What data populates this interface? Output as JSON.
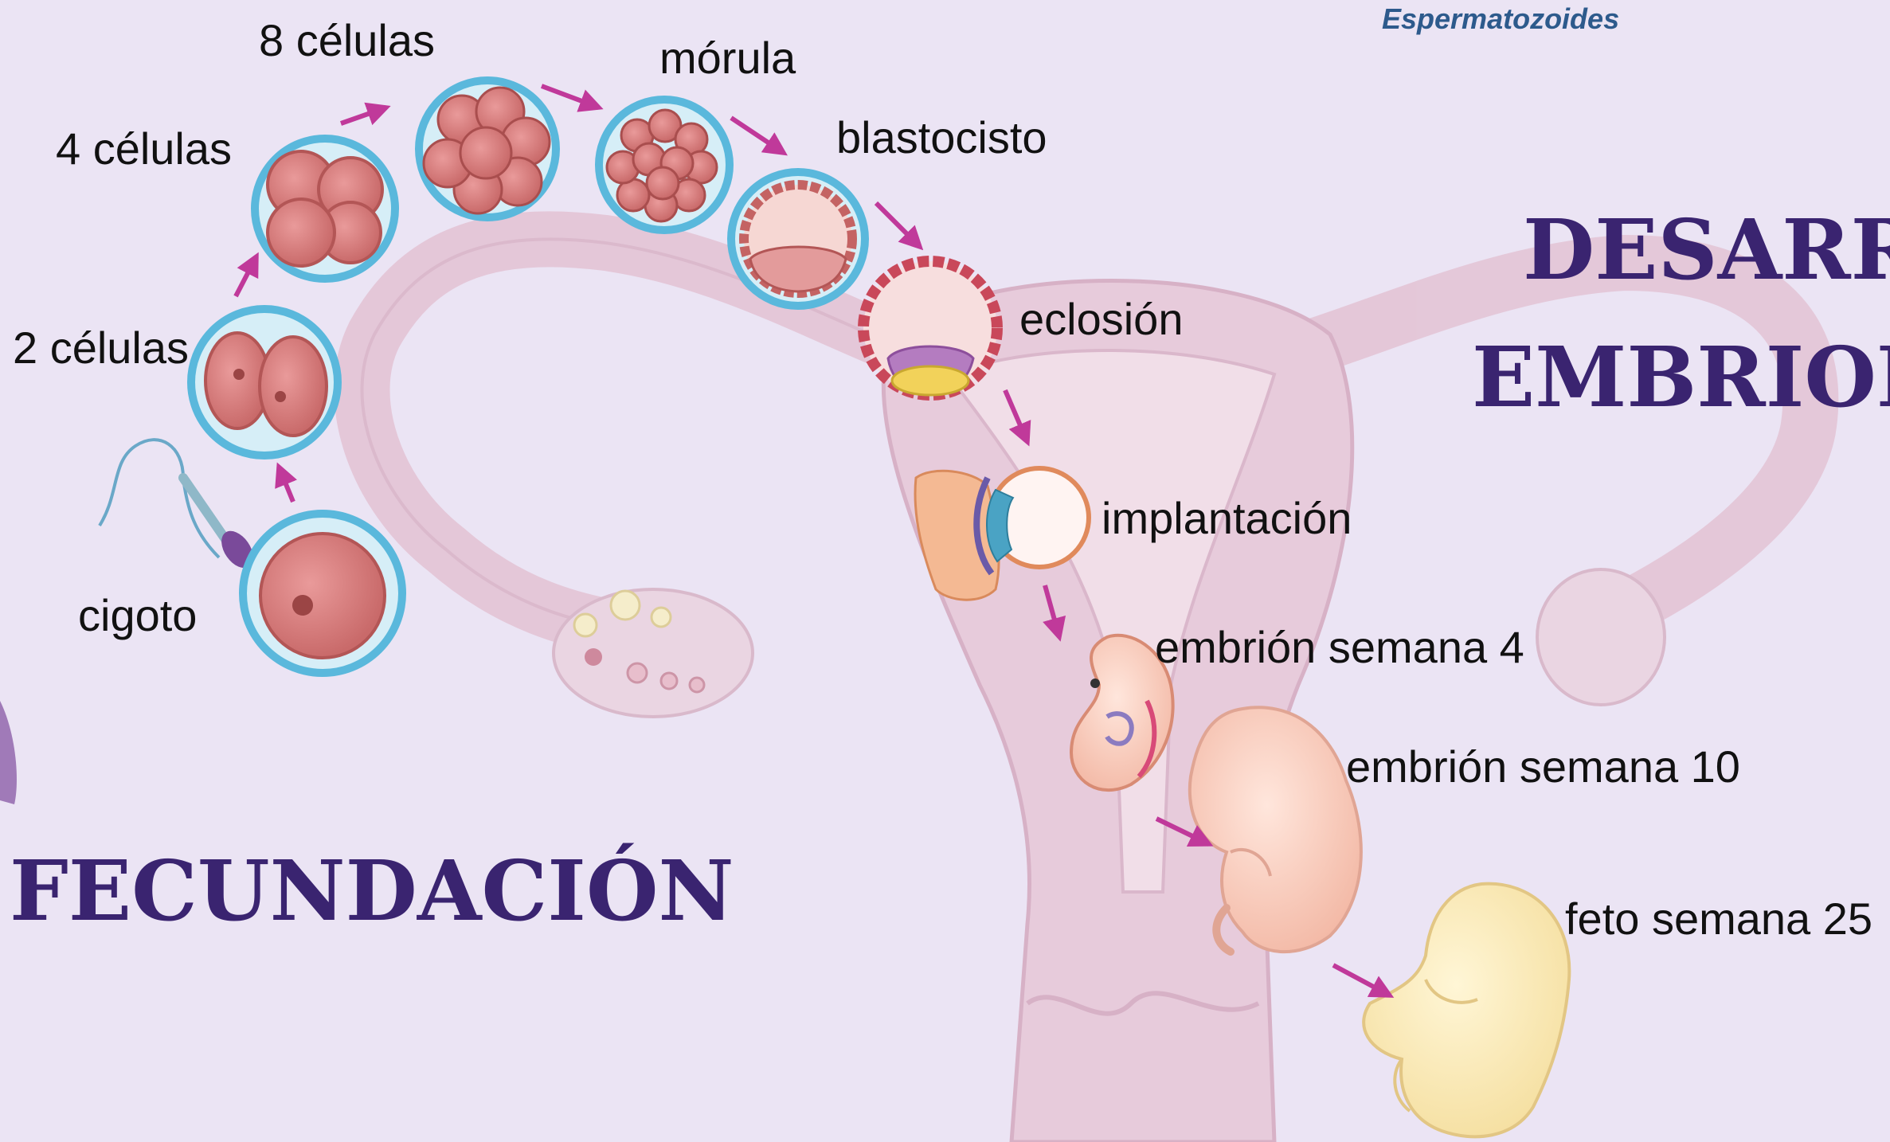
{
  "colors": {
    "background": "#ebe4f4",
    "title": "#3a2470",
    "arrow": "#c0399a",
    "zona": "#5ab8dc",
    "cell": "#dc7d7d",
    "uterus": "#e8c9d8",
    "credit": "#2d5a8c"
  },
  "credit": "Espermatozoides",
  "titles": {
    "fecundacion": "FECUNDACIÓN",
    "desarrollo_line1": "DESARRO",
    "desarrollo_line2": "EMBRION"
  },
  "stages": {
    "cigoto": "cigoto",
    "dos_celulas": "2 células",
    "cuatro_celulas": "4 células",
    "ocho_celulas": "8 células",
    "morula": "mórula",
    "blastocisto": "blastocisto",
    "eclosion": "eclosión",
    "implantacion": "implantación",
    "embrion_4": "embrión semana 4",
    "embrion_10": "embrión semana 10",
    "feto_25": "feto semana 25"
  },
  "icons": [
    "uterus-illustration",
    "sperm-icon",
    "ovary-icon",
    "cell-icon",
    "embryo-icon",
    "fetus-icon",
    "arrow-icon"
  ]
}
